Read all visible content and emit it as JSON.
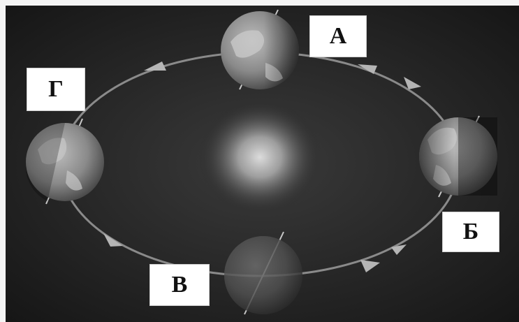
{
  "labels": {
    "a": "А",
    "b": "Б",
    "v": "В",
    "g": "Г"
  },
  "colors": {
    "background": "#1e1e1e",
    "orbit": "#8a8a8a",
    "sun": "#cfcfcf",
    "earth_ocean": "#8f8f8f",
    "earth_land": "#c4c4c4",
    "label_box": "#ffffff"
  }
}
